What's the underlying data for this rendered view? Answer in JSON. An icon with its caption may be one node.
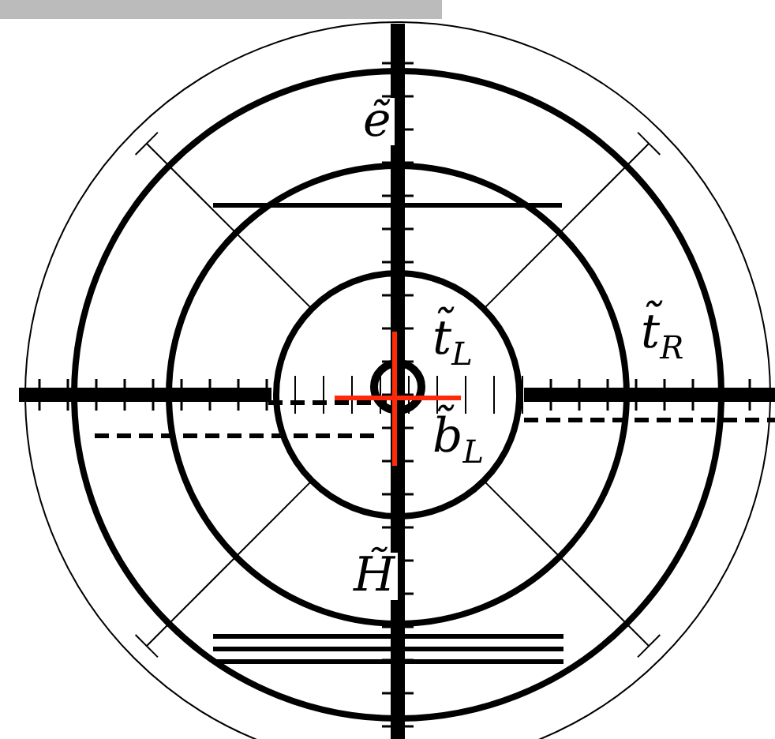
{
  "diagram": {
    "labels": [
      "ẽ",
      "t̃$_{L}$",
      "t̃$_{R}$",
      "b̃$_{L}$",
      "H̃"
    ]
  }
}
